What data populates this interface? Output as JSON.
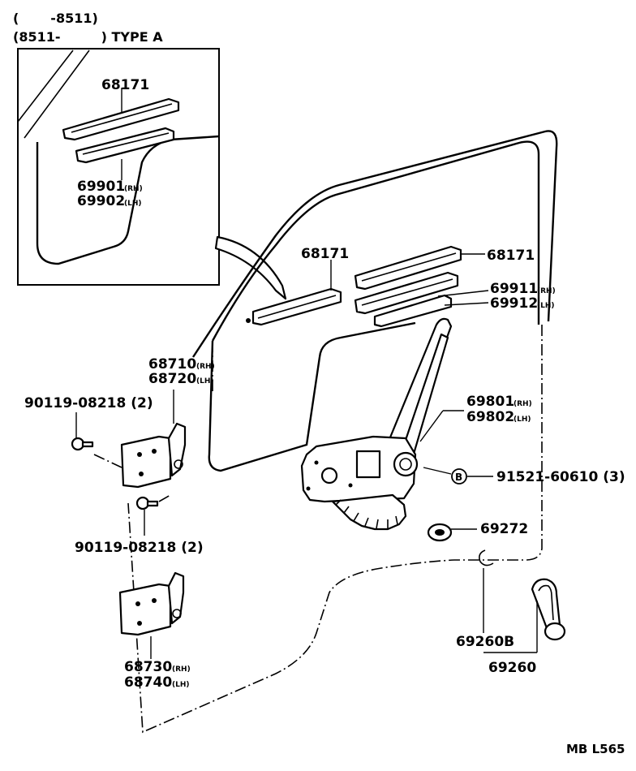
{
  "header": {
    "line1": "(       -8511)",
    "line2": "(8511-         ) TYPE A"
  },
  "labels": {
    "inset_channel": "68171",
    "inset_run_a": "69901",
    "inset_run_a_sfx": "(RH)",
    "inset_run_b": "69902",
    "inset_run_b_sfx": "(LH)",
    "channel_mid": "68171",
    "channel_right": "68171",
    "run_rh": "69911",
    "run_rh_sfx": "(RH)",
    "run_lh": "69912",
    "run_lh_sfx": "(LH)",
    "hinge_upper_rh": "68710",
    "hinge_upper_rh_sfx": "(RH)",
    "hinge_upper_lh": "68720",
    "hinge_upper_lh_sfx": "(LH)",
    "bolt_upper": "90119-08218 (2)",
    "bolt_lower": "90119-08218 (2)",
    "regulator_rh": "69801",
    "regulator_rh_sfx": "(RH)",
    "regulator_lh": "69802",
    "regulator_lh_sfx": "(LH)",
    "callout_b": "B",
    "screw": "91521-60610 (3)",
    "washer": "69272",
    "hinge_lower_rh": "68730",
    "hinge_lower_rh_sfx": "(RH)",
    "hinge_lower_lh": "68740",
    "hinge_lower_lh_sfx": "(LH)",
    "clip": "69260B",
    "handle": "69260",
    "figure_code": "MB L565"
  }
}
